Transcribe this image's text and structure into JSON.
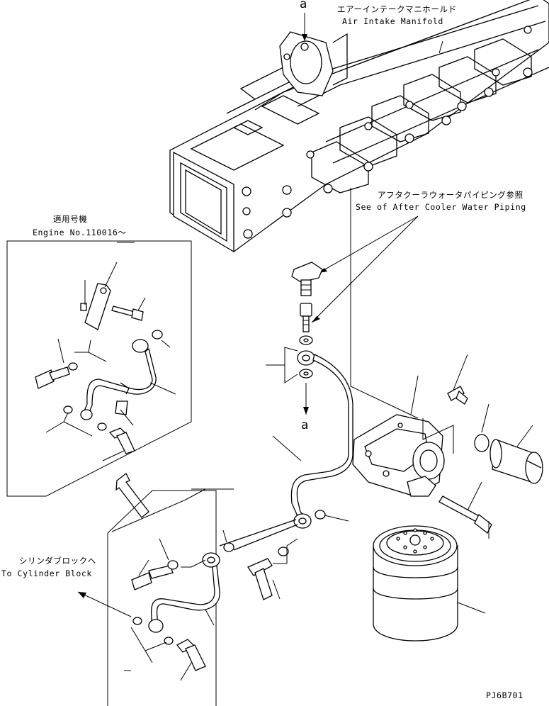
{
  "labels": {
    "marker_a_top": "a",
    "marker_a_mid": "a",
    "manifold_jp": "エアーインテークマニホールド",
    "manifold_en": "Air Intake Manifold",
    "aftercooler_jp": "アフタクーラウォータパイピング参照",
    "aftercooler_en": "See of After Cooler Water Piping",
    "applicable_jp": "適用号機",
    "applicable_en": "Engine No.110016～",
    "cylinder_jp": "シリンダブロックへ",
    "cylinder_en": "To Cylinder Block",
    "drawing_code": "PJ6B701"
  },
  "icons": [
    "arrow-up-icon",
    "arrow-down-icon",
    "hollow-arrow-icon",
    "leader-arrow-icon"
  ]
}
